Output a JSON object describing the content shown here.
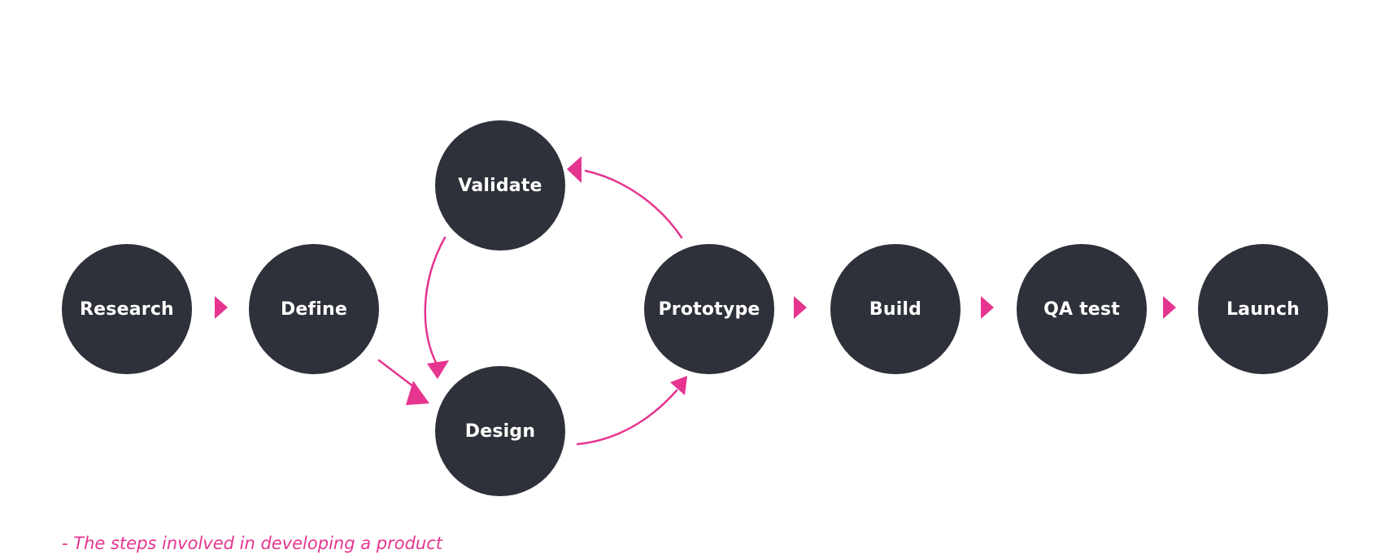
{
  "colors": {
    "node_fill": "#2e3139",
    "node_text": "#ffffff",
    "accent": "#e5358f",
    "background": "#ffffff"
  },
  "nodes": {
    "research": "Research",
    "define": "Define",
    "validate": "Validate",
    "design": "Design",
    "prototype": "Prototype",
    "build": "Build",
    "qa_test": "QA test",
    "launch": "Launch"
  },
  "caption": "- The steps involved in developing a product"
}
